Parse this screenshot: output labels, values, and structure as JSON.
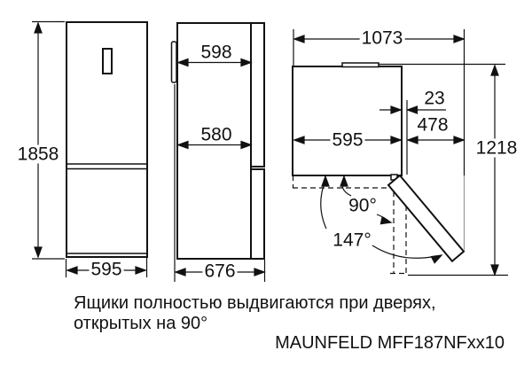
{
  "drawing": {
    "front": {
      "height": "1858",
      "width": "595"
    },
    "side": {
      "depth_top": "598",
      "depth_mid": "580",
      "depth_total": "676"
    },
    "top": {
      "width_total": "1073",
      "width_body": "595",
      "door_offset": "23",
      "door_width": "478",
      "depth_open": "1218",
      "angle_90": "90°",
      "angle_max": "147°"
    }
  },
  "note_line1": "Ящики полностью выдвигаются при дверях,",
  "note_line2": "открытых на 90°",
  "model": "MAUNFELD MFF187NFxx10",
  "colors": {
    "line": "#111111",
    "background": "#ffffff"
  }
}
